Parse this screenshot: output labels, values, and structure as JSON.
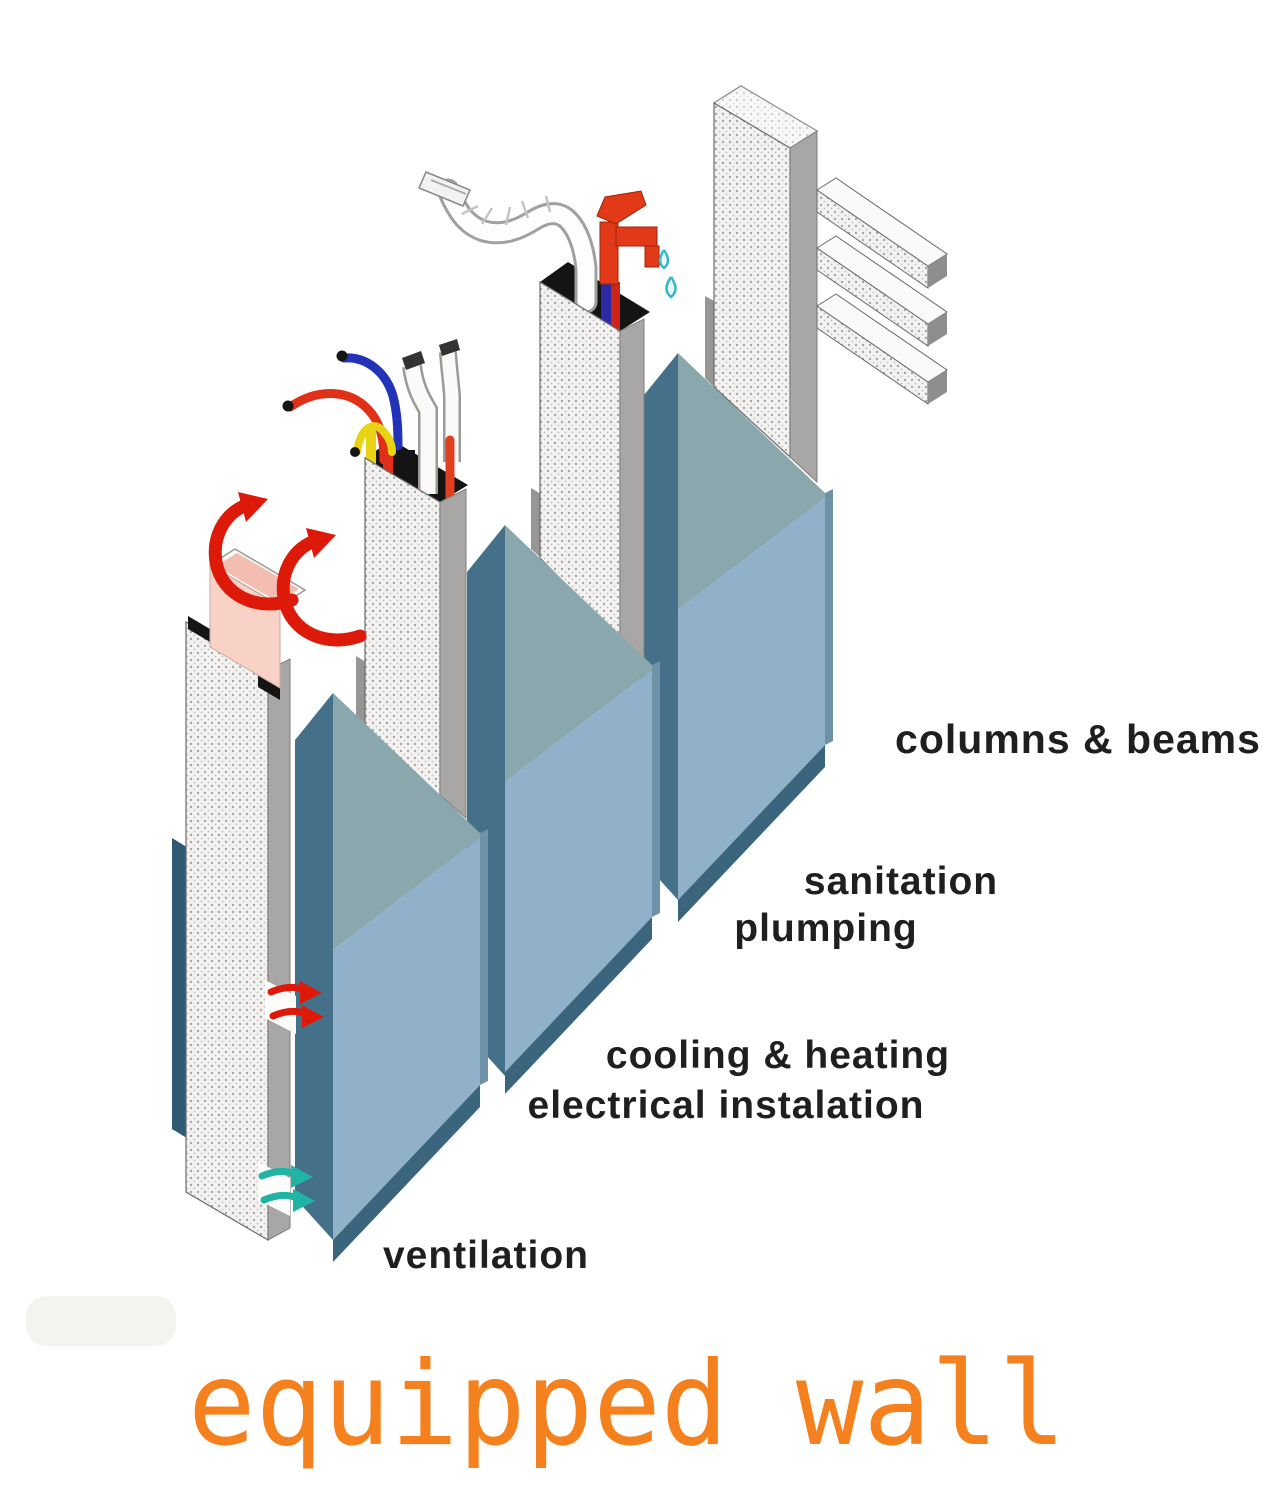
{
  "title": {
    "text": "equipped wall",
    "color": "#F5811E"
  },
  "labels": {
    "color": "#1F1F1F",
    "columns_beams": "columns & beams",
    "sanitation": "sanitation",
    "plumping": "plumping",
    "cooling_heating": "cooling & heating",
    "electrical": "electrical instalation",
    "ventilation": "ventilation"
  },
  "colors": {
    "panel_light": "#91B1CA",
    "panel_teal": "#8AA7AE",
    "panel_dark": "#44708A",
    "panel_navy": "#2E5A74",
    "panel_band": "#3A657C",
    "panel_edge": "#6E93A8",
    "strip_gray": "#A9A7A5",
    "strip_back": "#989694",
    "duct_pink": "#F8D2C6",
    "duct_inner": "#F3BDB2",
    "arrow_red": "#DD1A0A",
    "arrow_teal": "#21B3A4",
    "wire_red": "#E03018",
    "wire_blue": "#2233B8",
    "wire_yellow": "#E8D415",
    "wire_cyan": "#2EC4BE",
    "wire_orange": "#E04020",
    "faucet_red": "#E23A18",
    "pipe_blue": "#2B2BA6",
    "pipe_red": "#CC2418",
    "drop_cyan": "#35B8CC"
  }
}
